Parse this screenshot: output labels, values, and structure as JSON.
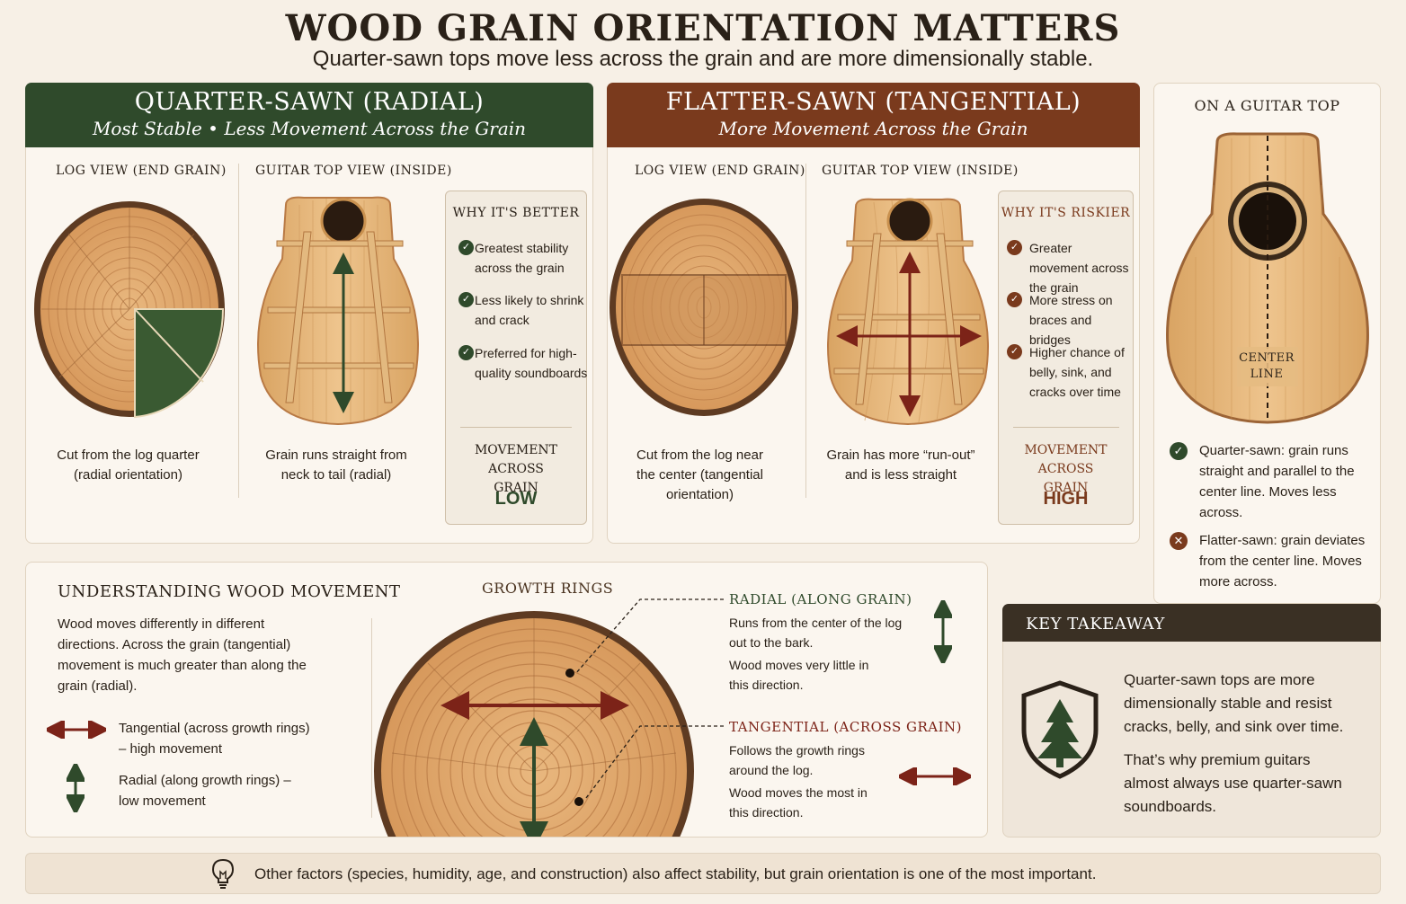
{
  "header": {
    "title": "WOOD GRAIN ORIENTATION MATTERS",
    "subtitle": "Quarter-sawn tops move less across the grain and are more dimensionally stable."
  },
  "quarter": {
    "title": "QUARTER-SAWN (RADIAL)",
    "subtitle": "Most Stable • Less Movement Across the Grain",
    "log_label": "LOG VIEW (END GRAIN)",
    "top_label": "GUITAR TOP VIEW (INSIDE)",
    "log_caption": "Cut from the log quarter (radial orientation)",
    "top_caption": "Grain runs straight from neck to tail (radial)",
    "why_title": "WHY IT'S BETTER",
    "why_items": [
      "Greatest stability across the grain",
      "Less likely to shrink and crack",
      "Preferred for high-quality soundboards"
    ],
    "movement_label": "MOVEMENT ACROSS GRAIN",
    "movement_value": "LOW"
  },
  "flat": {
    "title": "FLATTER-SAWN (TANGENTIAL)",
    "subtitle": "More Movement Across the Grain",
    "log_label": "LOG VIEW (END GRAIN)",
    "top_label": "GUITAR TOP VIEW (INSIDE)",
    "log_caption": "Cut from the log near the center (tangential orientation)",
    "top_caption": "Grain has more “run-out” and is less straight",
    "why_title": "WHY IT'S RISKIER",
    "why_items": [
      "Greater movement across the grain",
      "More stress on braces and bridges",
      "Higher chance of belly, sink, and cracks over time"
    ],
    "movement_label": "MOVEMENT ACROSS GRAIN",
    "movement_value": "HIGH"
  },
  "guitar_top": {
    "title": "ON A GUITAR TOP",
    "center_label": "CENTER LINE",
    "note_quarter": "Quarter-sawn: grain runs straight and parallel to the center line. Moves less across.",
    "note_flat": "Flatter-sawn: grain deviates from the center line. Moves more across."
  },
  "movement": {
    "title": "UNDERSTANDING WOOD MOVEMENT",
    "body": "Wood moves differently in different directions. Across the grain (tangential) movement is much greater than along the grain (radial).",
    "legend_tangential": "Tangential (across growth rings) – high movement",
    "legend_radial": "Radial (along growth rings) – low movement",
    "rings_label": "GROWTH RINGS",
    "radial_title": "RADIAL (ALONG GRAIN)",
    "radial_desc": "Runs from the center of the log out to the bark.",
    "radial_desc2": "Wood moves very little in this direction.",
    "tangential_title": "TANGENTIAL (ACROSS GRAIN)",
    "tangential_desc": "Follows the growth rings around the log.",
    "tangential_desc2": "Wood moves the most in this direction."
  },
  "takeaway": {
    "title": "KEY TAKEAWAY",
    "text1": "Quarter-sawn tops are more dimensionally stable and resist cracks, belly, and sink over time.",
    "text2": "That’s why premium guitars almost always use quarter-sawn soundboards."
  },
  "footer": {
    "note": "Other factors (species, humidity, age, and construction) also affect stability, but grain orientation is one of the most important."
  },
  "colors": {
    "green": "#2f4a2b",
    "brown": "#7a3a1d",
    "dark": "#3a3024",
    "red_arrow": "#7c2318"
  },
  "icons": [
    "check-icon",
    "x-icon",
    "lightbulb-icon",
    "tree-shield-icon",
    "double-arrow-icon"
  ]
}
